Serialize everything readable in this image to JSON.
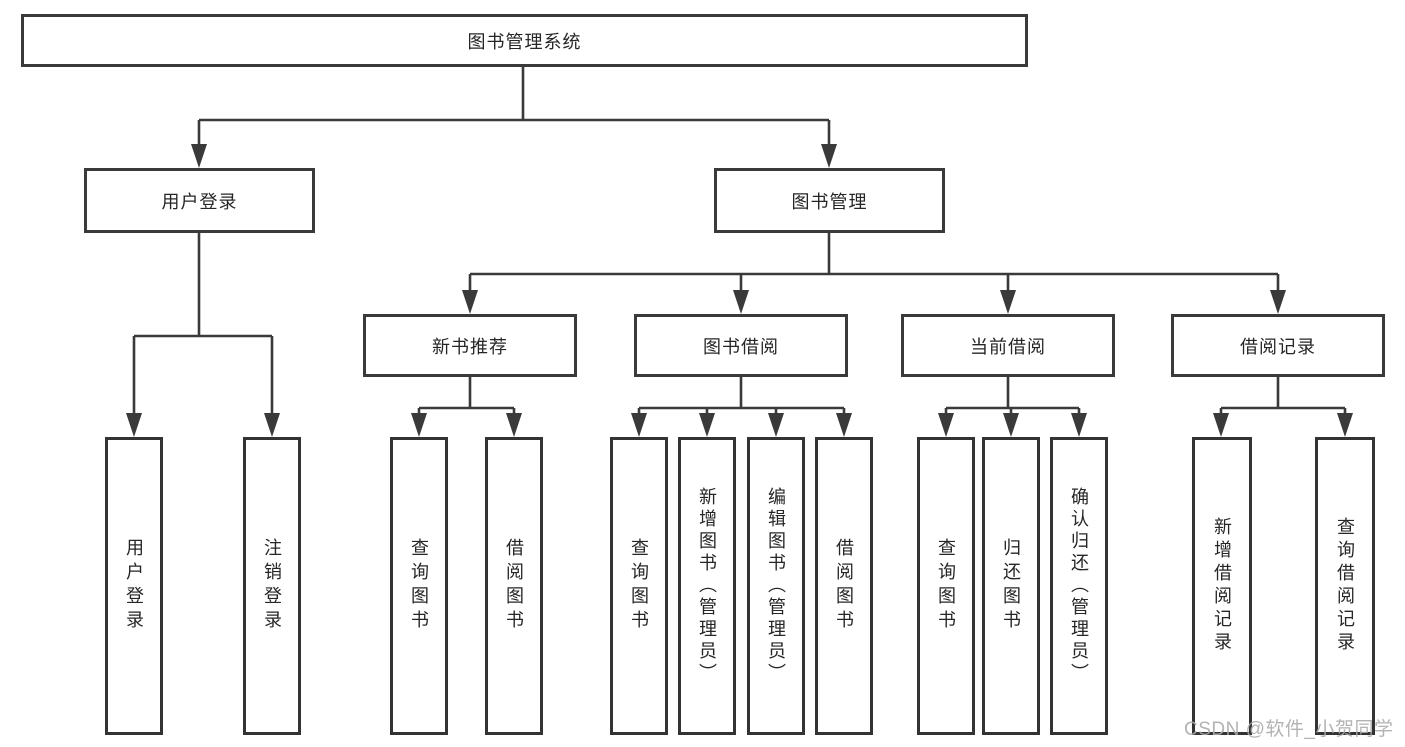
{
  "diagram": {
    "title": "图书管理系统",
    "root": {
      "label": "图书管理系统"
    },
    "level2": [
      {
        "id": "user-login",
        "label": "用户登录"
      },
      {
        "id": "book-management",
        "label": "图书管理"
      }
    ],
    "level3": [
      {
        "id": "new-book-recommend",
        "label": "新书推荐",
        "parent": "图书管理"
      },
      {
        "id": "book-borrowing",
        "label": "图书借阅",
        "parent": "图书管理"
      },
      {
        "id": "current-borrowing",
        "label": "当前借阅",
        "parent": "图书管理"
      },
      {
        "id": "borrowing-records",
        "label": "借阅记录",
        "parent": "图书管理"
      }
    ],
    "leaves": [
      {
        "label": "用户登录",
        "parent": "用户登录"
      },
      {
        "label": "注销登录",
        "parent": "用户登录"
      },
      {
        "label": "查询图书",
        "parent": "新书推荐"
      },
      {
        "label": "借阅图书",
        "parent": "新书推荐"
      },
      {
        "label": "查询图书",
        "parent": "图书借阅"
      },
      {
        "label": "新增图书（管理员）",
        "parent": "图书借阅"
      },
      {
        "label": "编辑图书（管理员）",
        "parent": "图书借阅"
      },
      {
        "label": "借阅图书",
        "parent": "图书借阅"
      },
      {
        "label": "查询图书",
        "parent": "当前借阅"
      },
      {
        "label": "归还图书",
        "parent": "当前借阅"
      },
      {
        "label": "确认归还（管理员）",
        "parent": "当前借阅"
      },
      {
        "label": "新增借阅记录",
        "parent": "借阅记录"
      },
      {
        "label": "查询借阅记录",
        "parent": "借阅记录"
      }
    ]
  },
  "watermark": {
    "text": "CSDN @软件_小贺同学"
  },
  "colors": {
    "line": "#3a3a3a",
    "box_border": "#3a3a3a",
    "text": "#262626",
    "watermark": "#ababab",
    "background": "#ffffff"
  }
}
